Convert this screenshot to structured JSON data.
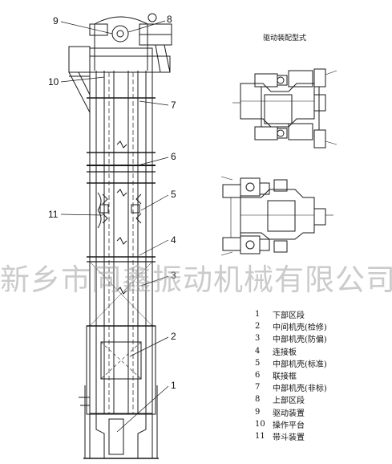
{
  "drive_title": "驱动装配型式",
  "watermark": "新乡市同鑫振动机械有限公司",
  "callouts": [
    "9",
    "8",
    "10",
    "7",
    "6",
    "5",
    "11",
    "4",
    "3",
    "2",
    "1"
  ],
  "legend": [
    {
      "num": "1",
      "text": "下部区段"
    },
    {
      "num": "2",
      "text": "中间机壳(检修)"
    },
    {
      "num": "3",
      "text": "中部机壳(防偏)"
    },
    {
      "num": "4",
      "text": "连接板"
    },
    {
      "num": "5",
      "text": "中部机壳(标准)"
    },
    {
      "num": "6",
      "text": "联接框"
    },
    {
      "num": "7",
      "text": "中部机壳(非标)"
    },
    {
      "num": "8",
      "text": "上部区段"
    },
    {
      "num": "9",
      "text": "驱动装置"
    },
    {
      "num": "10",
      "text": "操作平台"
    },
    {
      "num": "11",
      "text": "带斗装置"
    }
  ],
  "colors": {
    "line": "#1a1a1a",
    "watermark": "#a0a0a0"
  }
}
